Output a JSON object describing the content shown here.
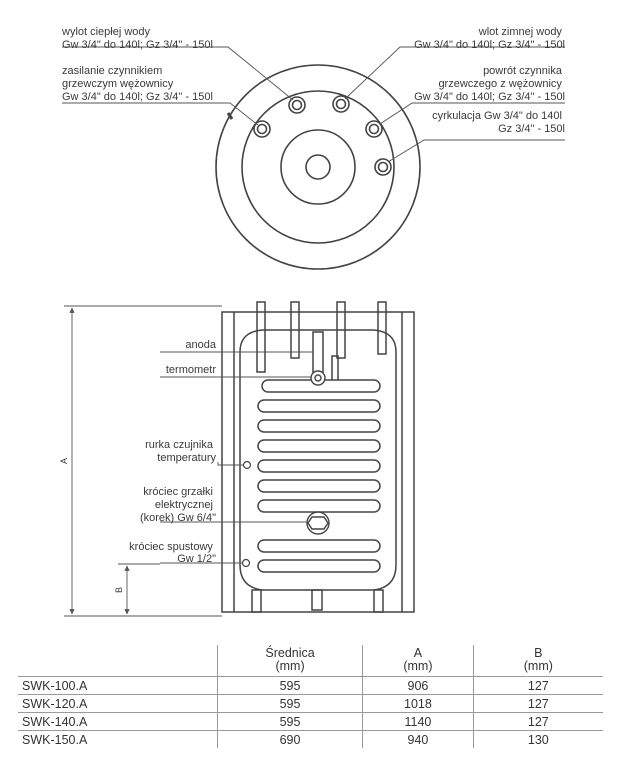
{
  "top_view": {
    "labels": {
      "hot_outlet": [
        "wylot ciepłej wody",
        "Gw 3/4\" do 140l; Gz 3/4\" - 150l"
      ],
      "coil_supply": [
        "zasilanie czynnikiem",
        "grzewczym wężownicy",
        "Gw 3/4\" do 140l; Gz 3/4\" - 150l"
      ],
      "cold_inlet": [
        "wlot zimnej wody",
        "Gw 3/4\" do 140l; Gz 3/4\" - 150l"
      ],
      "coil_return": [
        "powrót czynnika",
        "grzewczego z wężownicy",
        "Gw 3/4\" do 140l; Gz 3/4\" - 150l"
      ],
      "circulation": [
        "cyrkulacja Gw 3/4\" do 140l",
        "Gz 3/4\" - 150l"
      ]
    }
  },
  "side_view": {
    "labels": {
      "anode": "anoda",
      "thermometer": "termometr",
      "sensor_tube": [
        "rurka czujnika",
        "temperatury"
      ],
      "heater_port": [
        "króciec grzałki",
        "elektrycznej",
        "(korek) Gw 6/4\""
      ],
      "drain": [
        "króciec spustowy",
        "Gw 1/2\""
      ]
    },
    "dims": {
      "A": "A",
      "B": "B"
    }
  },
  "table": {
    "headers": [
      [
        "",
        ""
      ],
      [
        "Średnica",
        "(mm)"
      ],
      [
        "A",
        "(mm)"
      ],
      [
        "B",
        "(mm)"
      ]
    ],
    "rows": [
      [
        "SWK-100.A",
        "595",
        "906",
        "127"
      ],
      [
        "SWK-120.A",
        "595",
        "1018",
        "127"
      ],
      [
        "SWK-140.A",
        "595",
        "1140",
        "127"
      ],
      [
        "SWK-150.A",
        "690",
        "940",
        "130"
      ]
    ]
  }
}
